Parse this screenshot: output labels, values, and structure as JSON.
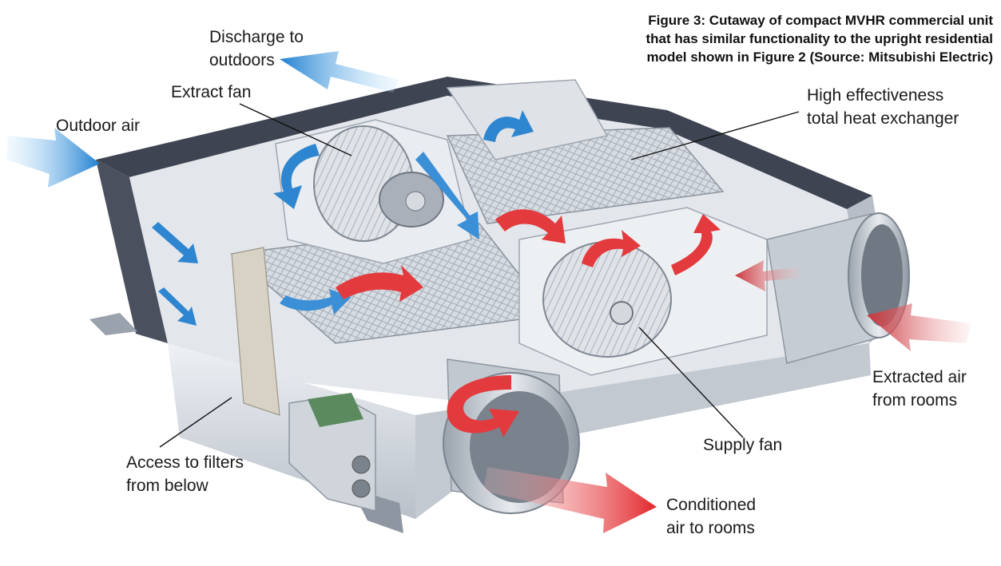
{
  "caption": {
    "line1": "Figure 3: Cutaway of compact MVHR commercial unit",
    "line2": "that has similar functionality to the upright residential",
    "line3": "model shown in Figure 2 (Source: Mitsubishi Electric)"
  },
  "labels": {
    "discharge": {
      "line1": "Discharge to",
      "line2": "outdoors"
    },
    "extract_fan": "Extract fan",
    "outdoor_air": "Outdoor air",
    "heat_exchanger": {
      "line1": "High effectiveness",
      "line2": "total heat exchanger"
    },
    "extracted_air": {
      "line1": "Extracted air",
      "line2": "from rooms"
    },
    "supply_fan": "Supply fan",
    "filters": {
      "line1": "Access to filters",
      "line2": "from below"
    },
    "conditioned_air": {
      "line1": "Conditioned",
      "line2": "air to rooms"
    }
  },
  "colors": {
    "cold_air": "#2a86d4",
    "warm_air": "#e8383b",
    "casing_dark": "#3c4250",
    "casing_light": "#d4d9df"
  }
}
